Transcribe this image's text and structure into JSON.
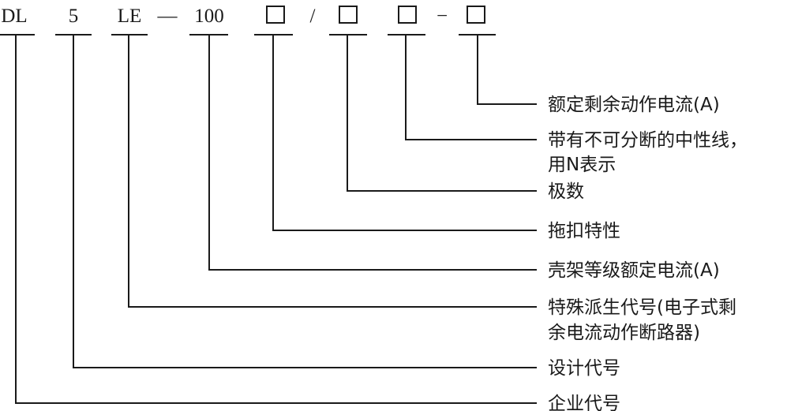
{
  "code": {
    "company": "DL",
    "design": "5",
    "derivative": "LE",
    "dash1": "—",
    "frame": "100",
    "slash": "/",
    "dash2": "−"
  },
  "labels": {
    "rated_residual_current": "额定剩余动作电流(A)",
    "neutral_line_1": "带有不可分断的中性线，",
    "neutral_line_2": "用N表示",
    "poles": "极数",
    "trip_characteristic": "拖扣特性",
    "frame_rated_current": "壳架等级额定电流(A)",
    "special_derivative_1": "特殊派生代号(电子式剩",
    "special_derivative_2": "余电流动作断路器)",
    "design_code": "设计代号",
    "company_code": "企业代号"
  }
}
